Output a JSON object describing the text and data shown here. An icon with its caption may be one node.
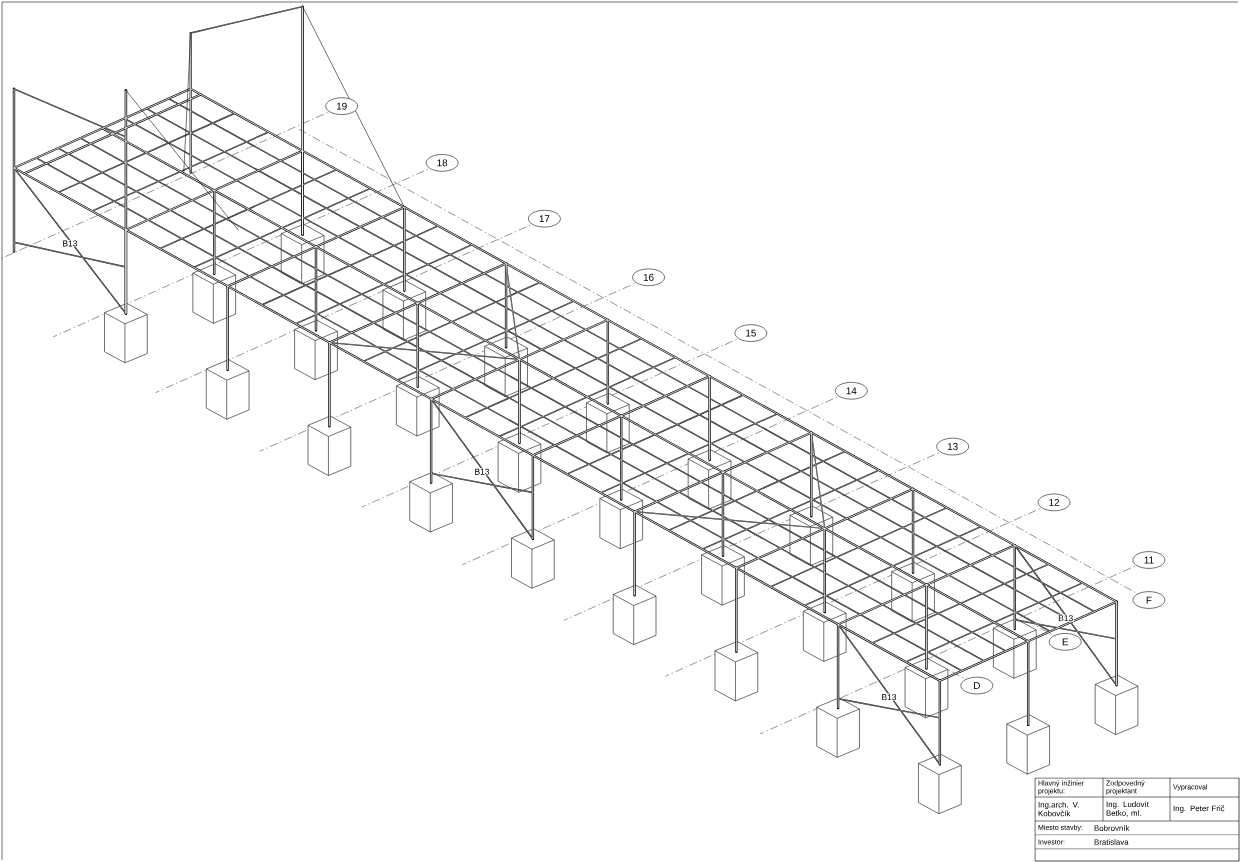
{
  "diagram": {
    "labels": [
      "19",
      "18",
      "17",
      "16",
      "15",
      "14",
      "13",
      "12",
      "11",
      "F",
      "E",
      "D",
      "B13",
      "B13",
      "B13",
      "B13",
      "Hlavný inžinier projektu:",
      "Zodpovedný projektant",
      "Vypracoval",
      "Ing.arch. V. Kobovčík",
      "Ing. Ludovít Betko, ml.",
      "Ing. Peter Frič",
      "Miesto stavby:",
      "Bobrovník",
      "Investor:",
      "Bratislava"
    ]
  }
}
